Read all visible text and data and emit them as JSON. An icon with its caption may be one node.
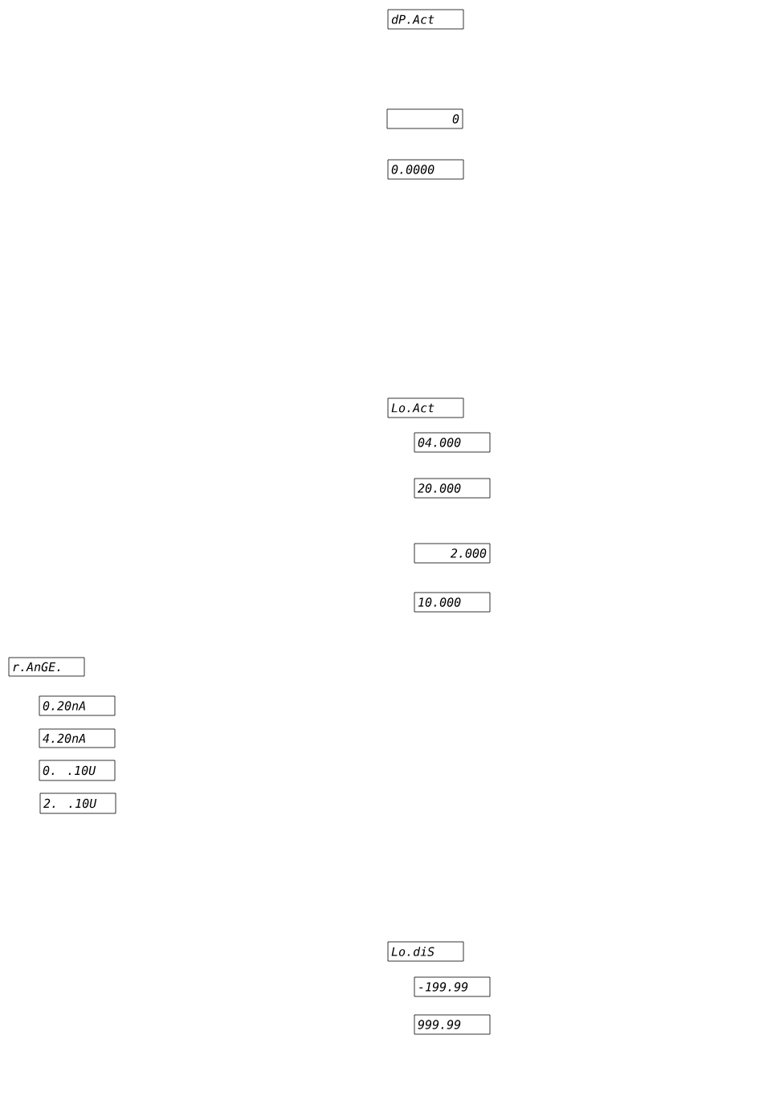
{
  "diagram": {
    "nodes": [
      {
        "text": [
          "dP.Act"
        ]
      },
      {
        "text": [
          "0"
        ]
      },
      {
        "text": [
          "0.0000"
        ]
      },
      {
        "text": [
          "Lo.Act"
        ]
      },
      {
        "text": [
          "04.000"
        ]
      },
      {
        "text": [
          "20.000"
        ]
      },
      {
        "text": [
          "2.000"
        ]
      },
      {
        "text": [
          "10.000"
        ]
      },
      {
        "text": [
          "r.AnGE."
        ]
      },
      {
        "text": [
          "0.20nA"
        ]
      },
      {
        "text": [
          "4.20nA"
        ]
      },
      {
        "text": [
          "0. .10U"
        ]
      },
      {
        "text": [
          "2. .10U"
        ]
      },
      {
        "text": [
          "Lo.diS"
        ]
      },
      {
        "text": [
          "-199.99"
        ]
      },
      {
        "text": [
          "999.99"
        ]
      }
    ]
  }
}
